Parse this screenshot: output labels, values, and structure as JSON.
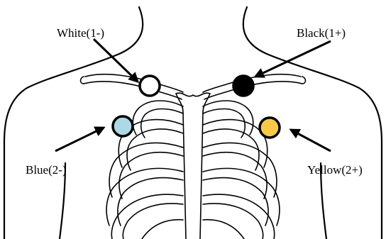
{
  "labels": {
    "white": "White(1-)",
    "black": "Black(1+)",
    "blue": "Blue(2-)",
    "yellow": "Yellow(2+)"
  },
  "electrodes": [
    {
      "id": "white",
      "color": "#ffffff"
    },
    {
      "id": "black",
      "color": "#000000"
    },
    {
      "id": "blue",
      "color": "#add8e6"
    },
    {
      "id": "yellow",
      "color": "#f7c948"
    }
  ]
}
